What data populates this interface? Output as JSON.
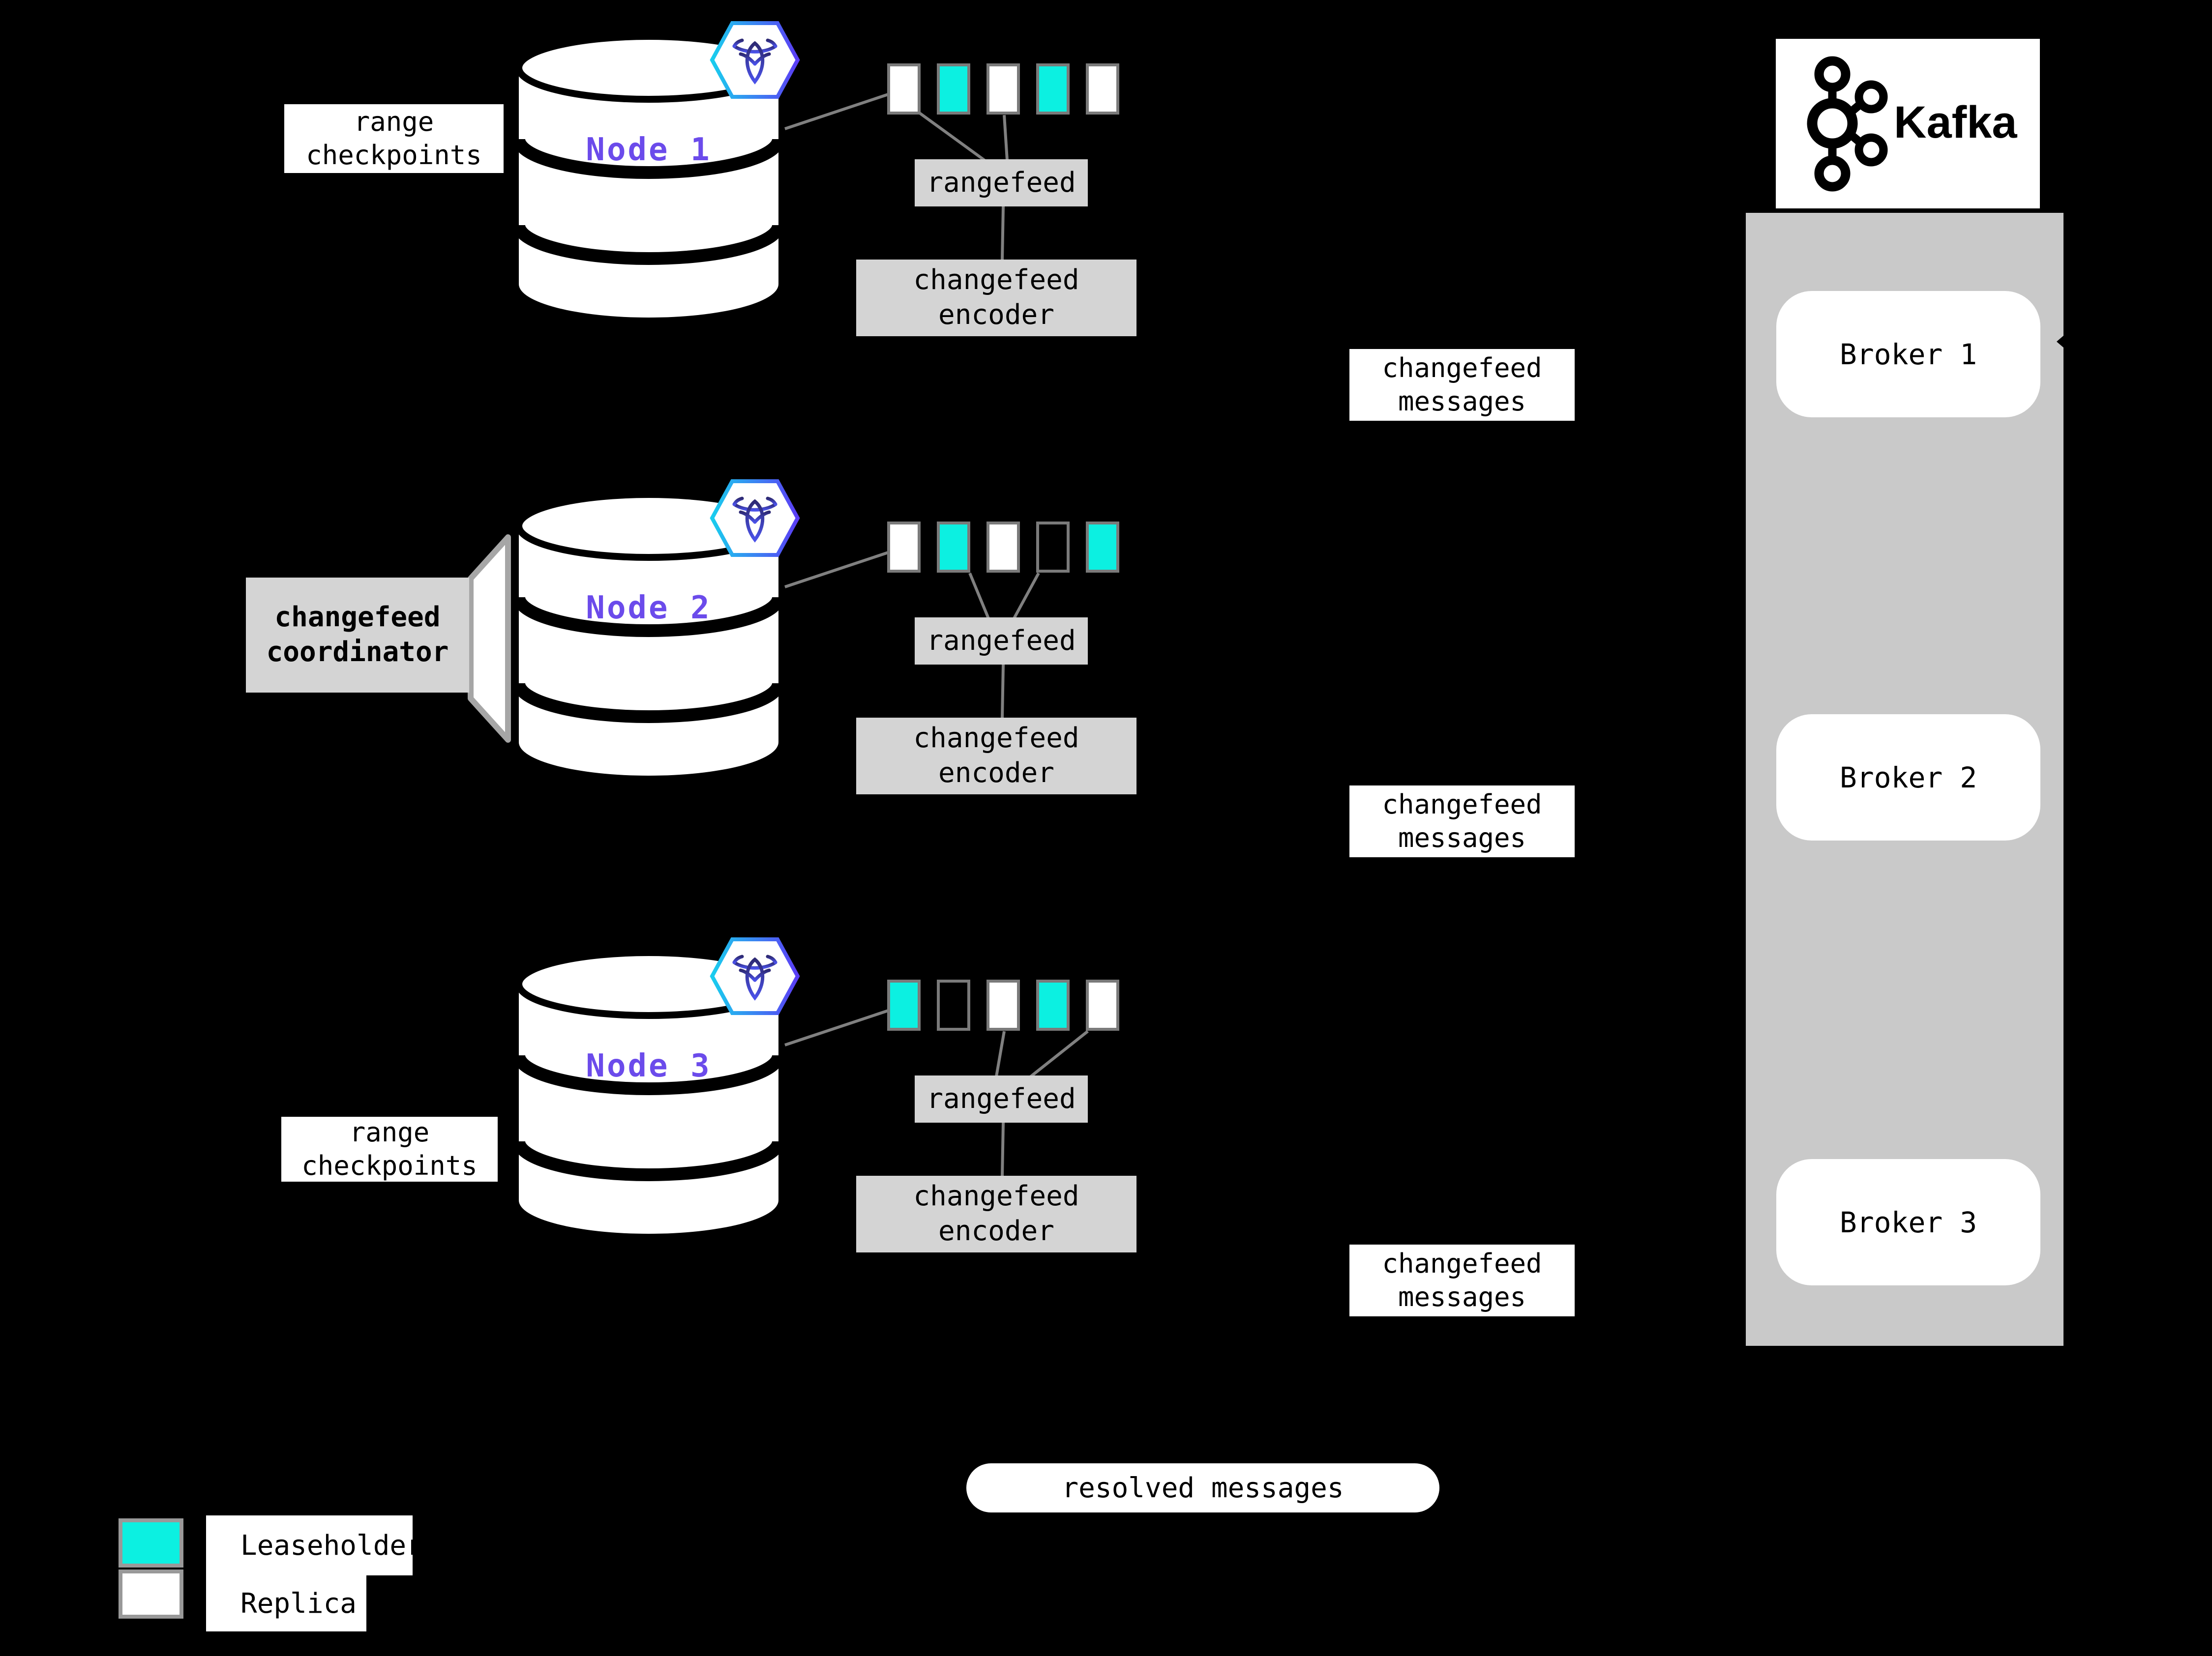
{
  "colors": {
    "teal": "#0cf0e1",
    "purple": "#6b4beb",
    "panel_gray": "#c9c9c9",
    "box_gray": "#d4d4d4",
    "square_border": "#7a7a7a",
    "swatch_border": "#999999",
    "line_gray": "#808080"
  },
  "kafka": {
    "title": "Kafka",
    "brokers": [
      {
        "label": "Broker 1"
      },
      {
        "label": "Broker 2"
      },
      {
        "label": "Broker 3"
      }
    ]
  },
  "nodes": [
    {
      "name": "Node 1",
      "ranges": [
        "replica",
        "leaseholder",
        "replica",
        "leaseholder",
        "replica"
      ]
    },
    {
      "name": "Node 2",
      "ranges": [
        "replica",
        "leaseholder",
        "replica",
        "empty",
        "leaseholder"
      ]
    },
    {
      "name": "Node 3",
      "ranges": [
        "leaseholder",
        "empty",
        "replica",
        "leaseholder",
        "replica"
      ]
    }
  ],
  "boxes": {
    "rangefeed": "rangefeed",
    "encoder": [
      "changefeed",
      "encoder"
    ],
    "messages": [
      "changefeed",
      "messages"
    ],
    "coordinator": [
      "changefeed",
      "coordinator"
    ],
    "checkpoints": [
      "range",
      "checkpoints"
    ],
    "resolved": "resolved messages"
  },
  "legend": [
    {
      "label": "Leaseholder",
      "type": "leaseholder"
    },
    {
      "label": "Replica",
      "type": "replica"
    }
  ]
}
